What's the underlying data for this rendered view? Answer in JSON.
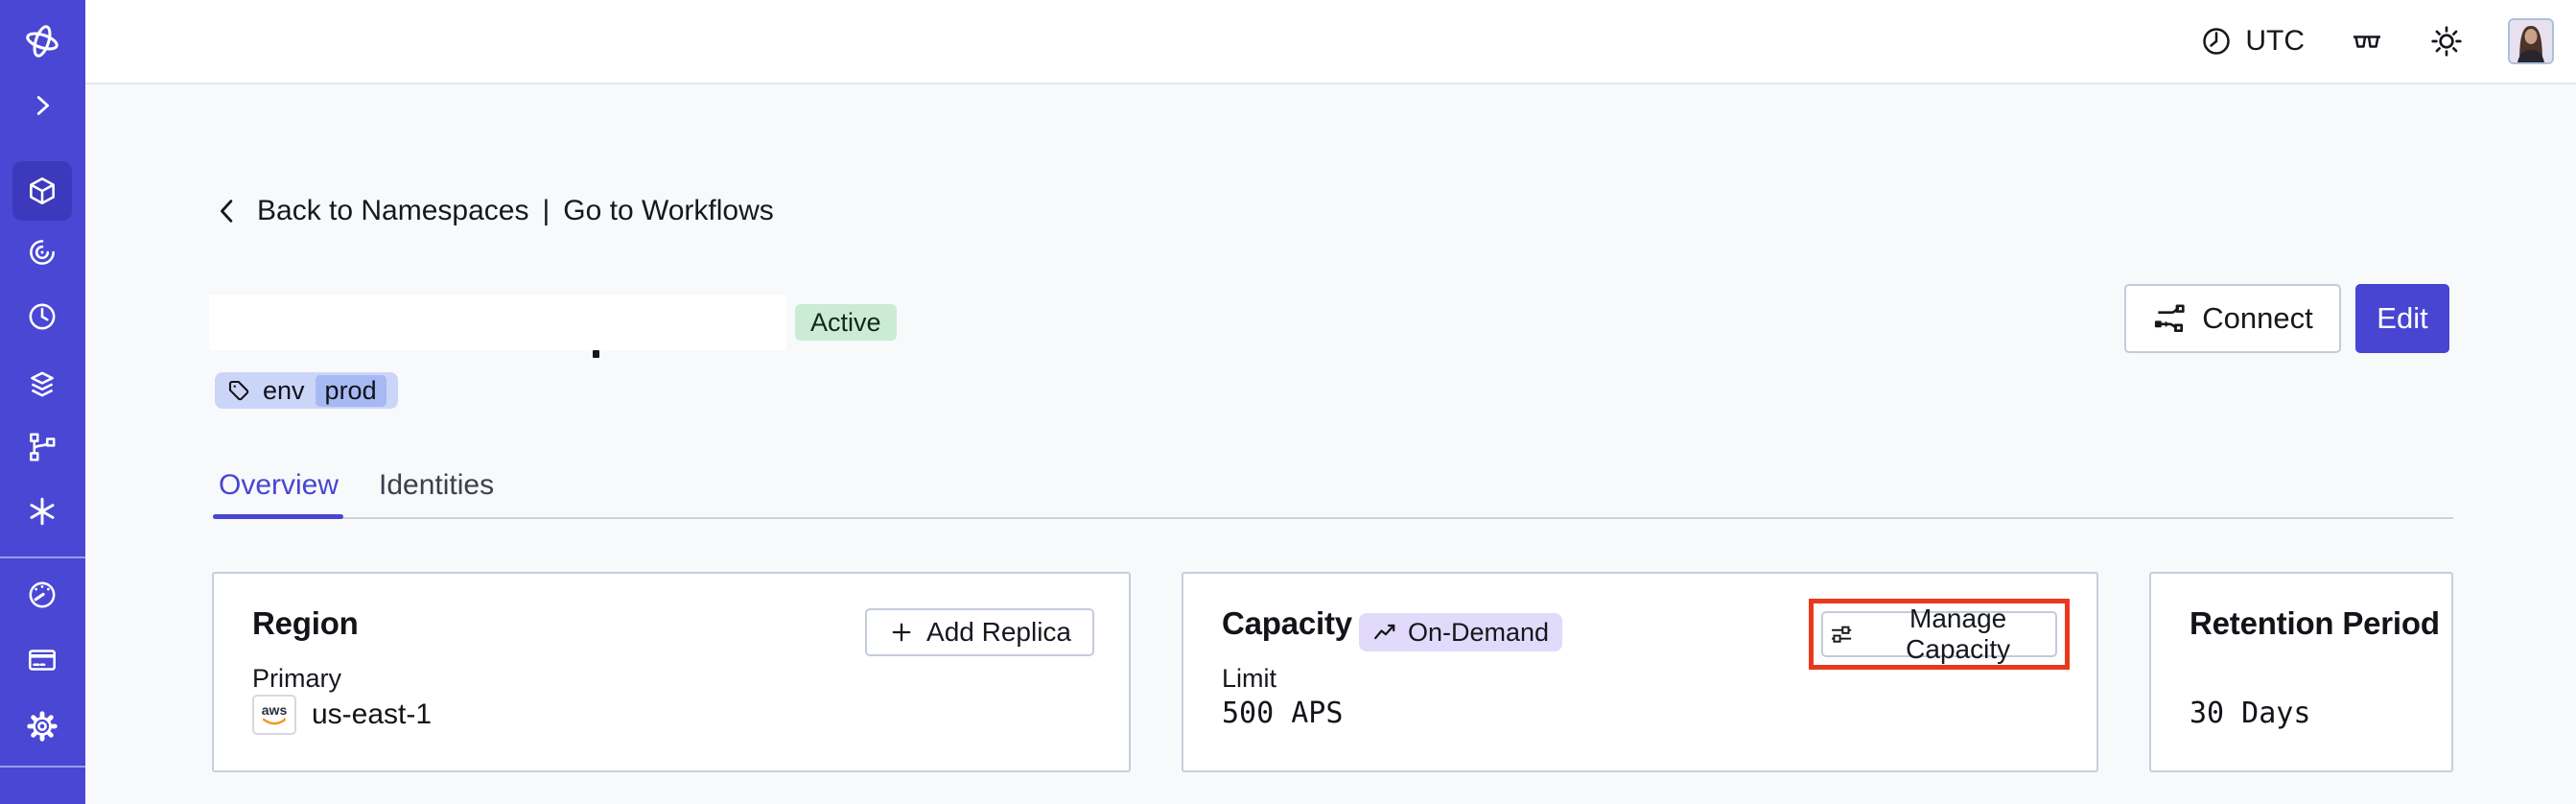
{
  "colors": {
    "accent": "#4845D2",
    "sidebar": "#4A47D4",
    "highlight_red": "#E8391D",
    "badge_green_bg": "#CBEBD4",
    "tag_blue_bg": "#CBD5F8",
    "badge_lavender_bg": "#E1DAFB",
    "aws_orange": "#F49824"
  },
  "icons": {
    "temporal-logo": "✣",
    "chevron-right-icon": "›",
    "cube-icon": "◳",
    "spiral-icon": "◎",
    "timer-icon": "◷",
    "layers-icon": "≋",
    "branch-icon": "⑂",
    "asterisk-icon": "✳",
    "gauge-icon": "☄",
    "billing-card-icon": "▤",
    "gear-icon": "⚙",
    "clock-icon": "◷",
    "glasses-icon": "👓",
    "light-mode-icon": "☀",
    "chevron-left-icon": "‹",
    "tag-icon": "⌖",
    "plus-icon": "+",
    "trending-up-icon": "↗",
    "connect-icon": "⇄",
    "sliders-icon": "⇌"
  },
  "topbar": {
    "timezone_label": "UTC"
  },
  "breadcrumb": {
    "back_label": "Back to Namespaces",
    "separator": "|",
    "workflows_label": "Go to Workflows"
  },
  "header": {
    "status_badge": "Active",
    "tag_key": "env",
    "tag_value": "prod",
    "connect_label": "Connect",
    "edit_label": "Edit"
  },
  "tabs": {
    "active": "Overview",
    "items": [
      {
        "label": "Overview"
      },
      {
        "label": "Identities"
      }
    ]
  },
  "cards": {
    "region": {
      "title": "Region",
      "add_replica_label": "Add Replica",
      "primary_label": "Primary",
      "provider_label": "aws",
      "region_value": "us-east-1"
    },
    "capacity": {
      "title": "Capacity",
      "badge": "On-Demand",
      "manage_label": "Manage Capacity",
      "limit_label": "Limit",
      "limit_value": "500 APS"
    },
    "retention": {
      "title": "Retention Period",
      "value": "30 Days"
    }
  }
}
